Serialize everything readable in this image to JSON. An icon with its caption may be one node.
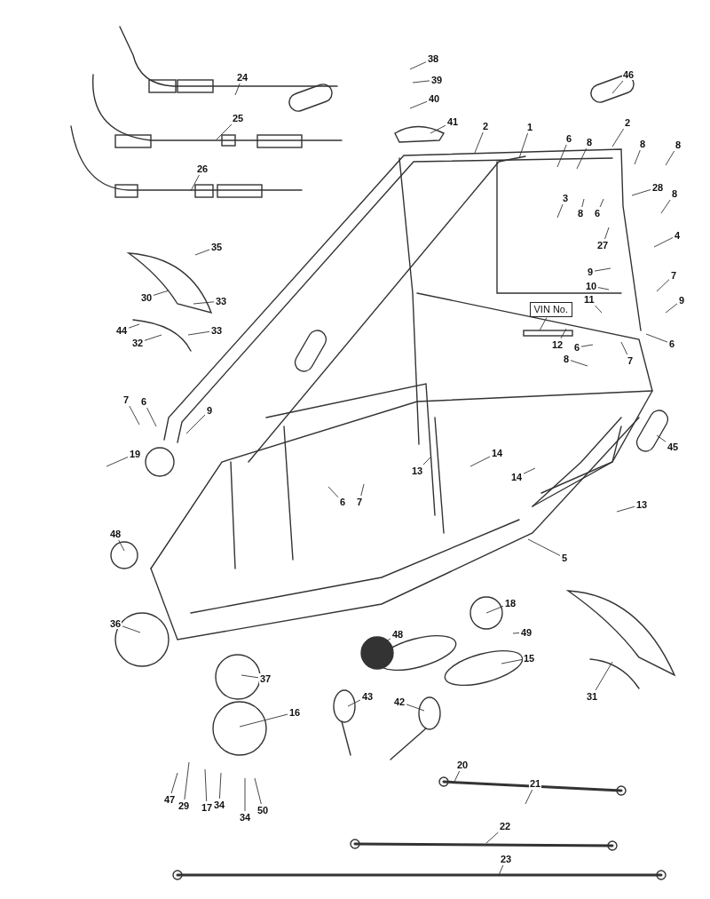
{
  "diagram": {
    "nodes": [
      {
        "text": [
          "24"
        ]
      },
      {
        "text": [
          "25"
        ]
      },
      {
        "text": [
          "26"
        ]
      },
      {
        "text": [
          "38"
        ]
      },
      {
        "text": [
          "39"
        ]
      },
      {
        "text": [
          "40"
        ]
      },
      {
        "text": [
          "41"
        ]
      },
      {
        "text": [
          "2"
        ]
      },
      {
        "text": [
          "1"
        ]
      },
      {
        "text": [
          "46"
        ]
      },
      {
        "text": [
          "2"
        ]
      },
      {
        "text": [
          "6"
        ]
      },
      {
        "text": [
          "8"
        ]
      },
      {
        "text": [
          "8"
        ]
      },
      {
        "text": [
          "8"
        ]
      },
      {
        "text": [
          "28"
        ]
      },
      {
        "text": [
          "8"
        ]
      },
      {
        "text": [
          "3"
        ]
      },
      {
        "text": [
          "8"
        ]
      },
      {
        "text": [
          "6"
        ]
      },
      {
        "text": [
          "27"
        ]
      },
      {
        "text": [
          "4"
        ]
      },
      {
        "text": [
          "35"
        ]
      },
      {
        "text": [
          "30"
        ]
      },
      {
        "text": [
          "33"
        ]
      },
      {
        "text": [
          "44"
        ]
      },
      {
        "text": [
          "33"
        ]
      },
      {
        "text": [
          "32"
        ]
      },
      {
        "text": [
          "9"
        ]
      },
      {
        "text": [
          "10"
        ]
      },
      {
        "text": [
          "7"
        ]
      },
      {
        "text": [
          "11"
        ]
      },
      {
        "text": [
          "9"
        ]
      },
      {
        "text": [
          "VIN No."
        ]
      },
      {
        "text": [
          "12"
        ]
      },
      {
        "text": [
          "6"
        ]
      },
      {
        "text": [
          "6"
        ]
      },
      {
        "text": [
          "8"
        ]
      },
      {
        "text": [
          "7"
        ]
      },
      {
        "text": [
          "7"
        ]
      },
      {
        "text": [
          "6"
        ]
      },
      {
        "text": [
          "9"
        ]
      },
      {
        "text": [
          "19"
        ]
      },
      {
        "text": [
          "6"
        ]
      },
      {
        "text": [
          "7"
        ]
      },
      {
        "text": [
          "13"
        ]
      },
      {
        "text": [
          "14"
        ]
      },
      {
        "text": [
          "14"
        ]
      },
      {
        "text": [
          "45"
        ]
      },
      {
        "text": [
          "13"
        ]
      },
      {
        "text": [
          "5"
        ]
      },
      {
        "text": [
          "48"
        ]
      },
      {
        "text": [
          "36"
        ]
      },
      {
        "text": [
          "18"
        ]
      },
      {
        "text": [
          "49"
        ]
      },
      {
        "text": [
          "48"
        ]
      },
      {
        "text": [
          "15"
        ]
      },
      {
        "text": [
          "37"
        ]
      },
      {
        "text": [
          "16"
        ]
      },
      {
        "text": [
          "43"
        ]
      },
      {
        "text": [
          "42"
        ]
      },
      {
        "text": [
          "31"
        ]
      },
      {
        "text": [
          "47"
        ]
      },
      {
        "text": [
          "29"
        ]
      },
      {
        "text": [
          "17"
        ]
      },
      {
        "text": [
          "34"
        ]
      },
      {
        "text": [
          "34"
        ]
      },
      {
        "text": [
          "50"
        ]
      },
      {
        "text": [
          "20"
        ]
      },
      {
        "text": [
          "21"
        ]
      },
      {
        "text": [
          "22"
        ]
      },
      {
        "text": [
          "23"
        ]
      }
    ],
    "edges": [
      {
        "from": 0,
        "to": null,
        "arrow": "none"
      },
      {
        "from": 1,
        "to": null,
        "arrow": "none"
      },
      {
        "from": 2,
        "to": null,
        "arrow": "none"
      },
      {
        "from": 3,
        "to": null,
        "arrow": "none"
      },
      {
        "from": 4,
        "to": null,
        "arrow": "none"
      },
      {
        "from": 5,
        "to": null,
        "arrow": "none"
      },
      {
        "from": 6,
        "to": null,
        "arrow": "none"
      },
      {
        "from": 7,
        "to": null,
        "arrow": "none"
      },
      {
        "from": 8,
        "to": null,
        "arrow": "none"
      },
      {
        "from": 9,
        "to": null,
        "arrow": "none"
      },
      {
        "from": 10,
        "to": null,
        "arrow": "none"
      },
      {
        "from": 11,
        "to": null,
        "arrow": "none"
      },
      {
        "from": 12,
        "to": null,
        "arrow": "none"
      },
      {
        "from": 13,
        "to": null,
        "arrow": "none"
      },
      {
        "from": 14,
        "to": null,
        "arrow": "none"
      },
      {
        "from": 15,
        "to": null,
        "arrow": "none"
      },
      {
        "from": 16,
        "to": null,
        "arrow": "none"
      },
      {
        "from": 17,
        "to": null,
        "arrow": "none"
      },
      {
        "from": 18,
        "to": null,
        "arrow": "none"
      },
      {
        "from": 19,
        "to": null,
        "arrow": "none"
      },
      {
        "from": 20,
        "to": null,
        "arrow": "none"
      },
      {
        "from": 21,
        "to": null,
        "arrow": "none"
      },
      {
        "from": 22,
        "to": null,
        "arrow": "none"
      },
      {
        "from": 23,
        "to": null,
        "arrow": "none"
      },
      {
        "from": 24,
        "to": null,
        "arrow": "none"
      },
      {
        "from": 25,
        "to": null,
        "arrow": "none"
      },
      {
        "from": 26,
        "to": null,
        "arrow": "none"
      },
      {
        "from": 27,
        "to": null,
        "arrow": "none"
      },
      {
        "from": 28,
        "to": null,
        "arrow": "none"
      },
      {
        "from": 29,
        "to": null,
        "arrow": "none"
      },
      {
        "from": 30,
        "to": null,
        "arrow": "none"
      },
      {
        "from": 31,
        "to": null,
        "arrow": "none"
      },
      {
        "from": 32,
        "to": null,
        "arrow": "none"
      },
      {
        "from": 33,
        "to": null,
        "arrow": "none"
      },
      {
        "from": 34,
        "to": null,
        "arrow": "none"
      },
      {
        "from": 35,
        "to": null,
        "arrow": "none"
      },
      {
        "from": 36,
        "to": null,
        "arrow": "none"
      },
      {
        "from": 37,
        "to": null,
        "arrow": "none"
      },
      {
        "from": 38,
        "to": null,
        "arrow": "none"
      },
      {
        "from": 39,
        "to": null,
        "arrow": "none"
      },
      {
        "from": 40,
        "to": null,
        "arrow": "none"
      },
      {
        "from": 41,
        "to": null,
        "arrow": "none"
      },
      {
        "from": 42,
        "to": null,
        "arrow": "none"
      },
      {
        "from": 43,
        "to": null,
        "arrow": "none"
      },
      {
        "from": 44,
        "to": null,
        "arrow": "none"
      },
      {
        "from": 45,
        "to": null,
        "arrow": "none"
      },
      {
        "from": 46,
        "to": null,
        "arrow": "none"
      },
      {
        "from": 47,
        "to": null,
        "arrow": "none"
      },
      {
        "from": 48,
        "to": null,
        "arrow": "none"
      },
      {
        "from": 49,
        "to": null,
        "arrow": "none"
      },
      {
        "from": 50,
        "to": null,
        "arrow": "none"
      },
      {
        "from": 51,
        "to": null,
        "arrow": "none"
      },
      {
        "from": 52,
        "to": null,
        "arrow": "none"
      },
      {
        "from": 53,
        "to": null,
        "arrow": "none"
      },
      {
        "from": 54,
        "to": null,
        "arrow": "none"
      },
      {
        "from": 55,
        "to": null,
        "arrow": "none"
      },
      {
        "from": 56,
        "to": null,
        "arrow": "none"
      },
      {
        "from": 57,
        "to": null,
        "arrow": "none"
      },
      {
        "from": 58,
        "to": null,
        "arrow": "none"
      },
      {
        "from": 59,
        "to": null,
        "arrow": "none"
      },
      {
        "from": 60,
        "to": null,
        "arrow": "none"
      },
      {
        "from": 61,
        "to": null,
        "arrow": "none"
      },
      {
        "from": 62,
        "to": null,
        "arrow": "none"
      },
      {
        "from": 63,
        "to": null,
        "arrow": "none"
      },
      {
        "from": 64,
        "to": null,
        "arrow": "none"
      },
      {
        "from": 65,
        "to": null,
        "arrow": "none"
      },
      {
        "from": 66,
        "to": null,
        "arrow": "none"
      },
      {
        "from": 67,
        "to": null,
        "arrow": "none"
      },
      {
        "from": 68,
        "to": null,
        "arrow": "none"
      },
      {
        "from": 69,
        "to": null,
        "arrow": "none"
      },
      {
        "from": 70,
        "to": null,
        "arrow": "none"
      },
      {
        "from": 71,
        "to": null,
        "arrow": "none"
      }
    ]
  }
}
